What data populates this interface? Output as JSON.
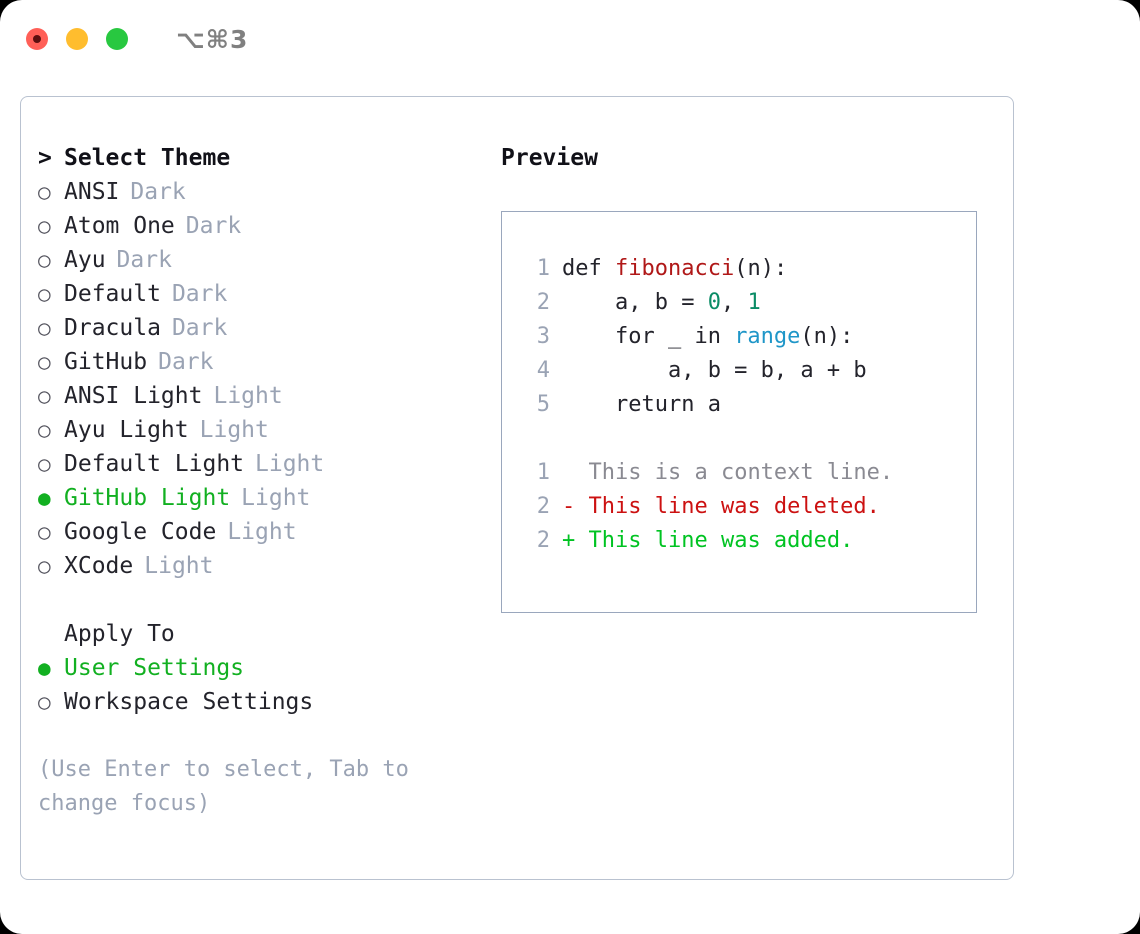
{
  "titlebar": {
    "shortcut": "⌥⌘3",
    "buttons": [
      {
        "name": "close",
        "color": "#ff5f57"
      },
      {
        "name": "minimize",
        "color": "#ffbd2e"
      },
      {
        "name": "zoom",
        "color": "#28c840"
      }
    ]
  },
  "theme_list": {
    "header_marker": ">",
    "header_label": "Select Theme",
    "items": [
      {
        "marker": "○",
        "label": "ANSI",
        "tag": "Dark",
        "selected": false
      },
      {
        "marker": "○",
        "label": "Atom One",
        "tag": "Dark",
        "selected": false
      },
      {
        "marker": "○",
        "label": "Ayu",
        "tag": "Dark",
        "selected": false
      },
      {
        "marker": "○",
        "label": "Default",
        "tag": "Dark",
        "selected": false
      },
      {
        "marker": "○",
        "label": "Dracula",
        "tag": "Dark",
        "selected": false
      },
      {
        "marker": "○",
        "label": "GitHub",
        "tag": "Dark",
        "selected": false
      },
      {
        "marker": "○",
        "label": "ANSI Light",
        "tag": "Light",
        "selected": false
      },
      {
        "marker": "○",
        "label": "Ayu Light",
        "tag": "Light",
        "selected": false
      },
      {
        "marker": "○",
        "label": "Default Light",
        "tag": "Light",
        "selected": false
      },
      {
        "marker": "●",
        "label": "GitHub Light",
        "tag": "Light",
        "selected": true
      },
      {
        "marker": "○",
        "label": "Google Code",
        "tag": "Light",
        "selected": false
      },
      {
        "marker": "○",
        "label": "XCode",
        "tag": "Light",
        "selected": false
      }
    ]
  },
  "apply_to": {
    "title": "Apply To",
    "items": [
      {
        "marker": "●",
        "label": "User Settings",
        "selected": true
      },
      {
        "marker": "○",
        "label": "Workspace Settings",
        "selected": false
      }
    ]
  },
  "hint": "(Use Enter to select, Tab to change focus)",
  "preview": {
    "title": "Preview",
    "code": [
      {
        "lineno": "1",
        "tokens": [
          {
            "t": "def ",
            "k": "kw"
          },
          {
            "t": "fibonacci",
            "k": "fn"
          },
          {
            "t": "(n):",
            "k": "plain"
          }
        ]
      },
      {
        "lineno": "2",
        "tokens": [
          {
            "t": "    a, b = ",
            "k": "plain"
          },
          {
            "t": "0",
            "k": "num"
          },
          {
            "t": ", ",
            "k": "plain"
          },
          {
            "t": "1",
            "k": "num"
          }
        ]
      },
      {
        "lineno": "3",
        "tokens": [
          {
            "t": "    for _ in ",
            "k": "plain"
          },
          {
            "t": "range",
            "k": "call"
          },
          {
            "t": "(n):",
            "k": "plain"
          }
        ]
      },
      {
        "lineno": "4",
        "tokens": [
          {
            "t": "        a, b = b, a + b",
            "k": "plain"
          }
        ]
      },
      {
        "lineno": "5",
        "tokens": [
          {
            "t": "    return a",
            "k": "plain"
          }
        ]
      }
    ],
    "diff": [
      {
        "lineno": "1",
        "prefix": "  ",
        "text": "This is a context line.",
        "kind": "context"
      },
      {
        "lineno": "2",
        "prefix": "- ",
        "text": "This line was deleted.",
        "kind": "deleted"
      },
      {
        "lineno": "2",
        "prefix": "+ ",
        "text": "This line was added.",
        "kind": "added"
      }
    ]
  },
  "colors": {
    "accent_green": "#12b021",
    "diff_added": "#00c322",
    "diff_deleted": "#cc1111",
    "keyword_function": "#b01818",
    "number": "#0b8c66",
    "builtin_call": "#1f96c8",
    "muted": "#9aa3b4",
    "border": "#b9c2d0"
  }
}
